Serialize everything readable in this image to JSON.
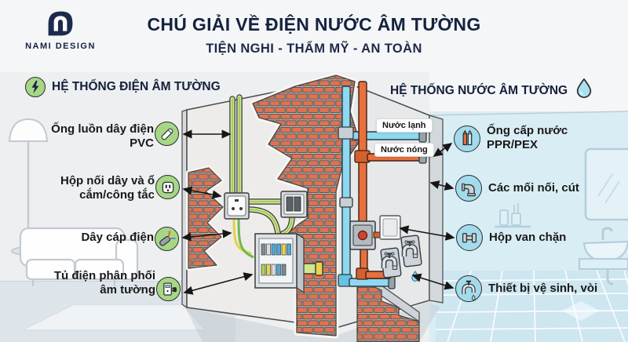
{
  "brand": {
    "name": "NAMI DESIGN",
    "logo_icon": "nami-leaf-n-logo"
  },
  "header": {
    "title": "CHÚ GIẢI VỀ ĐIỆN NƯỚC ÂM TƯỜNG",
    "subtitle": "TIỆN NGHI - THẨM MỸ - AN TOÀN"
  },
  "legend_electric": {
    "title": "HỆ THỐNG ĐIỆN ÂM TƯỜNG",
    "icon": "lightning-bolt-icon",
    "items": [
      {
        "label": "Ống luồn dây điện PVC",
        "icon": "pvc-conduit-icon"
      },
      {
        "label": "Hộp nối dây và ổ cắm/công tắc",
        "icon": "junction-socket-icon"
      },
      {
        "label": "Dây cáp điện",
        "icon": "electric-cable-icon"
      },
      {
        "label": "Tủ điện phân phối âm tường",
        "icon": "distribution-panel-icon"
      }
    ]
  },
  "legend_water": {
    "title": "HỆ THỐNG NƯỚC ÂM TƯỜNG",
    "icon": "water-drop-icon",
    "items": [
      {
        "label": "Ống cấp nước PPR/PEX",
        "icon": "supply-pipes-icon"
      },
      {
        "label": "Các mối nối, cút",
        "icon": "elbow-fitting-icon"
      },
      {
        "label": "Hộp van chặn",
        "icon": "valve-box-icon"
      },
      {
        "label": "Thiết bị vệ sinh, vòi",
        "icon": "faucet-icon"
      }
    ]
  },
  "diagram_labels": {
    "cold_water": "Nước lạnh",
    "hot_water": "Nước nóng"
  },
  "colors": {
    "accent_navy": "#15223f",
    "electric_green": "#a6d787",
    "water_blue": "#a3dbec",
    "brick": "#df7350",
    "pipe_hot": "#e8703d",
    "pipe_cold": "#8ed9f2",
    "conduit_green": "#cfe692"
  }
}
